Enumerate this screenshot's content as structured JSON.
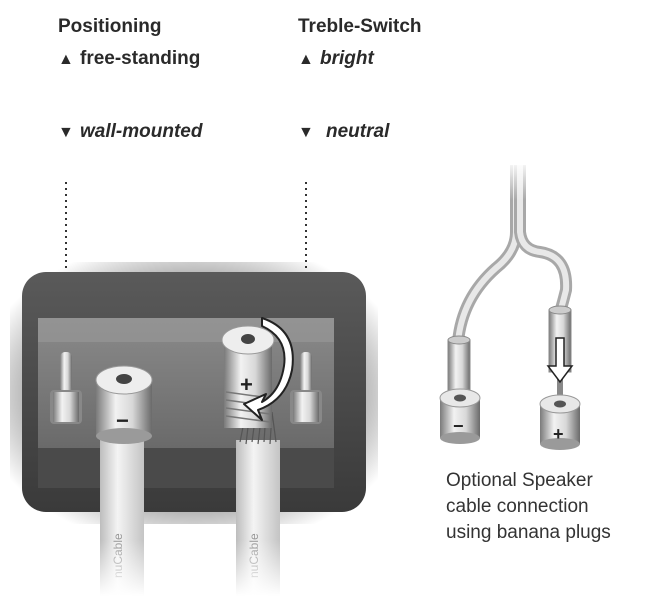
{
  "positioning": {
    "title": "Positioning",
    "up_symbol": "▲",
    "up_label": "free-standing",
    "down_symbol": "▼",
    "down_label": "wall-mounted"
  },
  "treble": {
    "title": "Treble-Switch",
    "up_symbol": "▲",
    "up_label": "bright",
    "down_symbol": "▼",
    "down_label": "neutral"
  },
  "terminals": {
    "minus": "−",
    "plus": "+",
    "cable_brand": "nuCable"
  },
  "caption": {
    "line1": "Optional Speaker",
    "line2": "cable connection",
    "line3": "using banana plugs"
  }
}
